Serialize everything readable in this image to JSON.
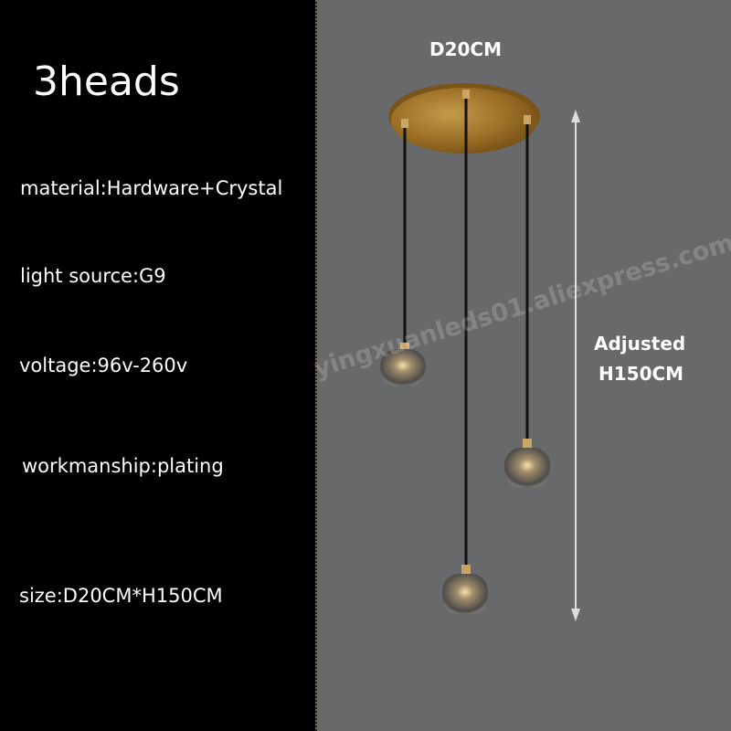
{
  "title": "3heads",
  "specs": {
    "material": "material:Hardware+Crystal",
    "light_source": "light source:G9",
    "voltage": "voltage:96v-260v",
    "workmanship": "workmanship:plating",
    "size": "size:D20CM*H150CM"
  },
  "dimensions": {
    "diameter": "D20CM",
    "height_line1": "Adjusted",
    "height_line2": "H150CM"
  },
  "watermark": "yingxuanleds01.aliexpress.com",
  "colors": {
    "left_panel": "#000000",
    "background": "#68696b",
    "brass": "#a67a2e"
  }
}
